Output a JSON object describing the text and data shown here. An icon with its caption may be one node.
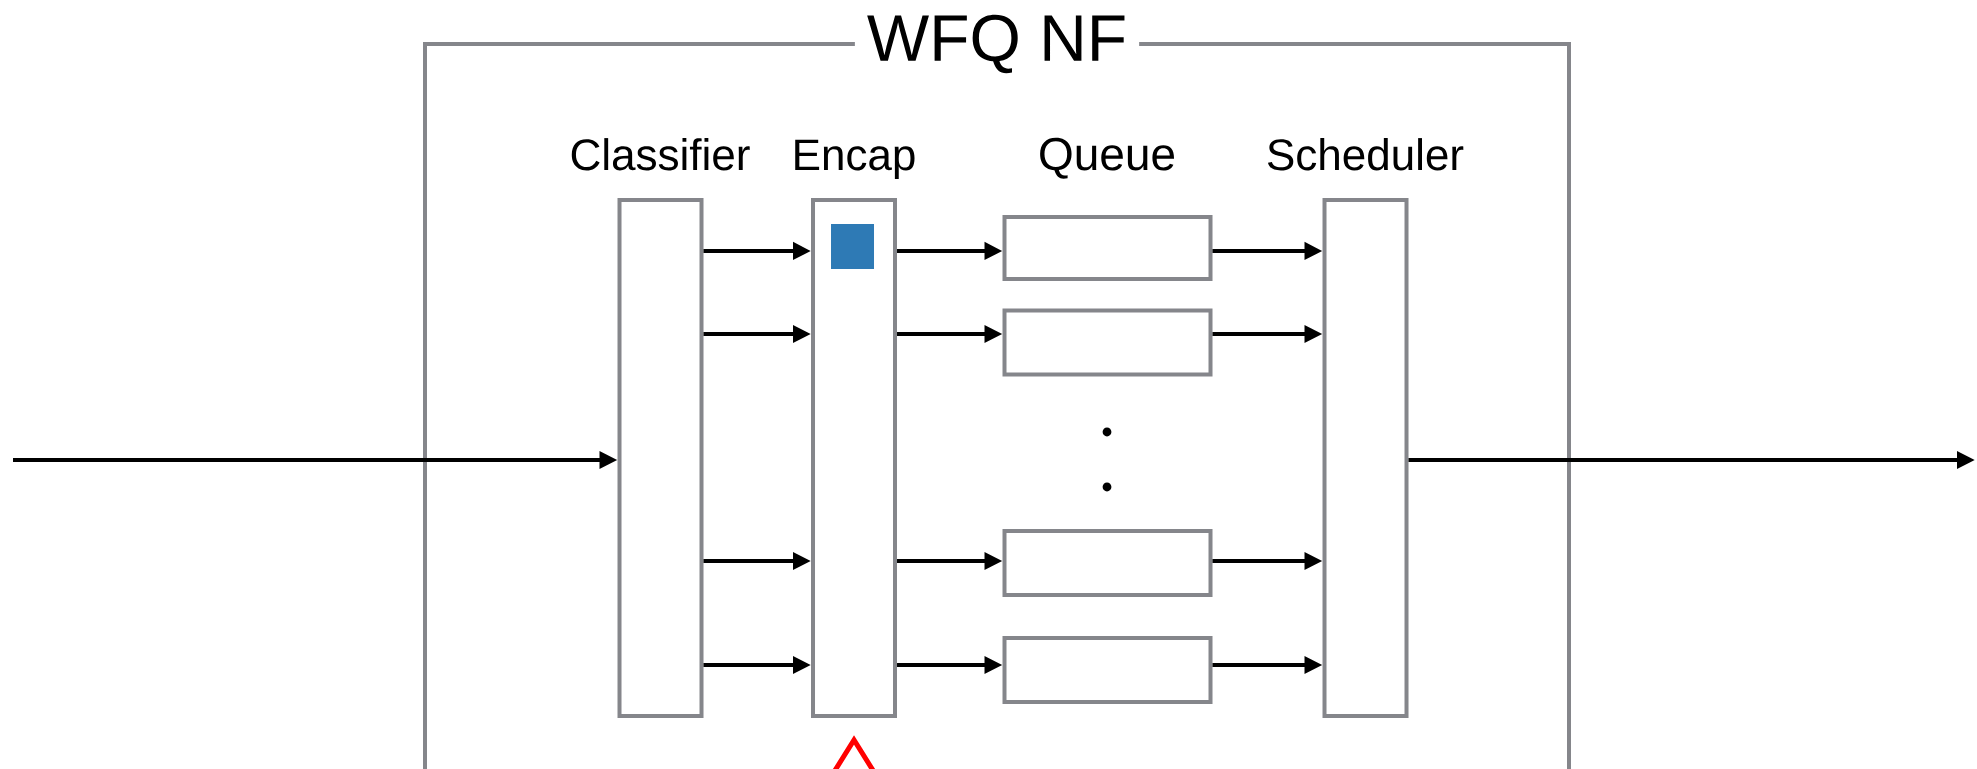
{
  "diagram": {
    "nodes": [
      {
        "text": [
          "WFQ NF"
        ]
      },
      {
        "text": [
          "Classifier"
        ],
        "in": 0
      },
      {
        "text": [
          "Encap"
        ],
        "in": 0
      },
      {
        "text": [],
        "shape": "box",
        "in": 0
      },
      {
        "text": [],
        "shape": "box",
        "in": 0
      },
      {
        "text": [],
        "shape": "box",
        "in": 0
      },
      {
        "text": [],
        "shape": "box",
        "in": 0
      },
      {
        "text": [
          "Scheduler"
        ],
        "in": 0
      }
    ],
    "edges": [
      {
        "from": null,
        "to": 1,
        "arrow": "to"
      },
      {
        "from": 1,
        "to": 2,
        "arrow": "to"
      },
      {
        "from": 1,
        "to": 2,
        "arrow": "to"
      },
      {
        "from": 1,
        "to": 2,
        "arrow": "to"
      },
      {
        "from": 1,
        "to": 2,
        "arrow": "to"
      },
      {
        "from": 2,
        "to": 3,
        "arrow": "to"
      },
      {
        "from": 2,
        "to": 4,
        "arrow": "to"
      },
      {
        "from": 2,
        "to": 5,
        "arrow": "to"
      },
      {
        "from": 2,
        "to": 6,
        "arrow": "to"
      },
      {
        "from": 3,
        "to": 7,
        "arrow": "to"
      },
      {
        "from": 4,
        "to": 7,
        "arrow": "to"
      },
      {
        "from": 5,
        "to": 7,
        "arrow": "to"
      },
      {
        "from": 6,
        "to": 7,
        "arrow": "to"
      },
      {
        "from": 7,
        "to": null,
        "arrow": "to"
      },
      {
        "from": null,
        "to": 2,
        "arrow": "to",
        "color": "#ff0000"
      }
    ],
    "labels": [
      "Queue"
    ]
  }
}
